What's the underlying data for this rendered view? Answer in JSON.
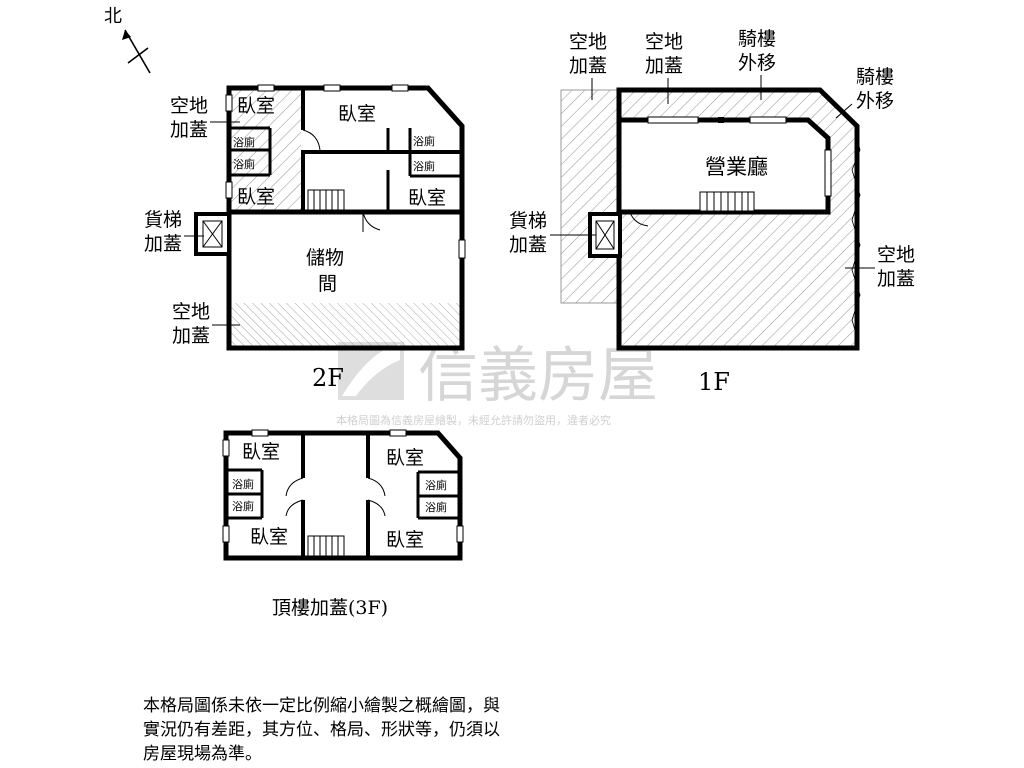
{
  "compass": {
    "label": "北"
  },
  "watermark": {
    "brand": "信義房屋",
    "notice": "本格局圖為信義房屋繪製，未經允許請勿盜用，違者必究"
  },
  "floor2": {
    "title": "2F",
    "rooms": {
      "bedroom_a": "臥室",
      "bedroom_b": "臥室",
      "bedroom_c": "臥室",
      "bedroom_d": "臥室",
      "bath_1": "浴廁",
      "bath_2": "浴廁",
      "bath_3": "浴廁",
      "bath_4": "浴廁",
      "storage_1": "儲物",
      "storage_2": "間"
    },
    "callouts": {
      "addition_top_1": "空地",
      "addition_top_2": "加蓋",
      "elevator_1": "貨梯",
      "elevator_2": "加蓋",
      "addition_bottom_1": "空地",
      "addition_bottom_2": "加蓋"
    }
  },
  "floor1": {
    "title": "1F",
    "rooms": {
      "lobby": "營業廳"
    },
    "callouts": {
      "addition_left_1": "空地",
      "addition_left_2": "加蓋",
      "addition_mid_1": "空地",
      "addition_mid_2": "加蓋",
      "arcade_1": "騎樓",
      "arcade_2": "外移",
      "arcade_right_1": "騎樓",
      "arcade_right_2": "外移",
      "elevator_1": "貨梯",
      "elevator_2": "加蓋",
      "addition_right_1": "空地",
      "addition_right_2": "加蓋"
    }
  },
  "floor3": {
    "title": "頂樓加蓋(3F)",
    "rooms": {
      "bedroom_tl": "臥室",
      "bedroom_tr": "臥室",
      "bedroom_bl": "臥室",
      "bedroom_br": "臥室",
      "bath_1": "浴廁",
      "bath_2": "浴廁",
      "bath_3": "浴廁",
      "bath_4": "浴廁"
    }
  },
  "disclaimer": {
    "line1": "本格局圖係未依一定比例縮小繪製之概繪圖，與",
    "line2": "實況仍有差距，其方位、格局、形狀等，仍須以",
    "line3": "房屋現場為準。"
  }
}
